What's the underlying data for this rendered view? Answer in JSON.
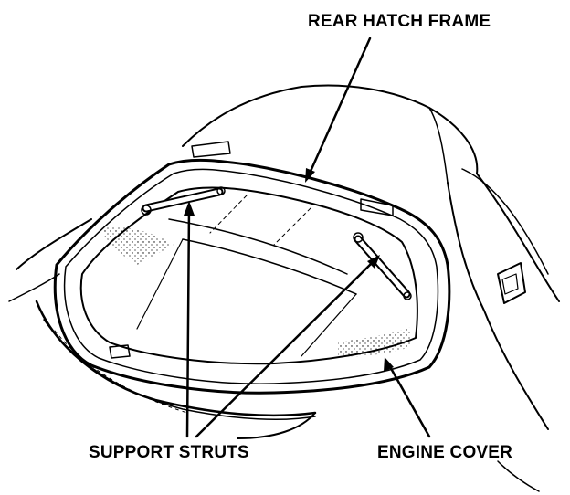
{
  "figure": {
    "ink_color": "#000000",
    "paper_color": "#ffffff"
  },
  "callouts": {
    "rear_hatch_frame": "REAR HATCH FRAME",
    "support_struts": "SUPPORT STRUTS",
    "engine_cover": "ENGINE COVER"
  }
}
